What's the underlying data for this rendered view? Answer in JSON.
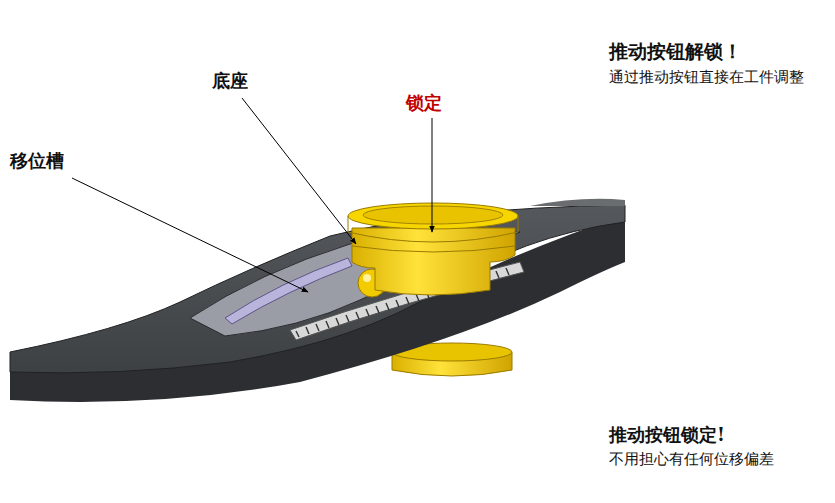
{
  "diagram": {
    "labels": [
      "推动按钮解锁！",
      "通过推动按钮直接在工件调整",
      "底座",
      "锁定",
      "移位槽",
      "推动按钮锁定!",
      "不用担心有任何位移偏差"
    ]
  }
}
